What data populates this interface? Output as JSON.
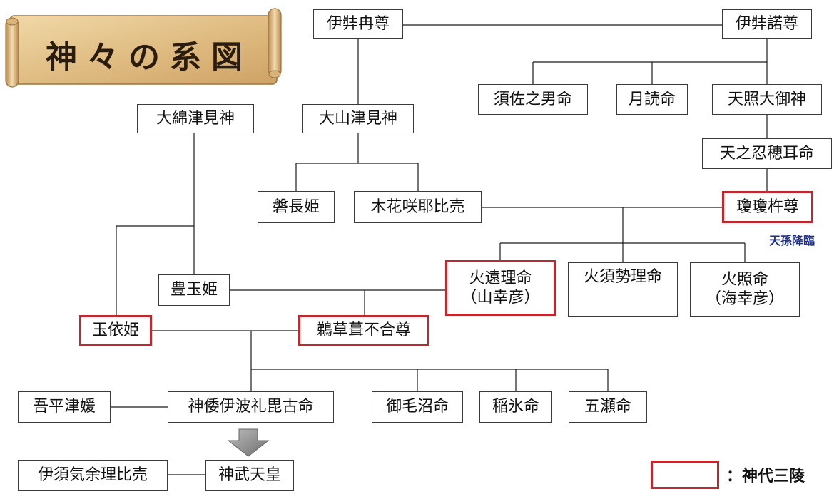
{
  "title": "神々の系図",
  "note": "天孫降臨",
  "legend": {
    "label": "：神代三陵"
  },
  "nodes": {
    "izanami": "伊弉冉尊",
    "izanagi": "伊弉諾尊",
    "susanoo": "須佐之男命",
    "tsukuyomi": "月読命",
    "amaterasu": "天照大御神",
    "oshihomimi": "天之忍穂耳命",
    "owatatsumi": "大綿津見神",
    "oyamatsumi": "大山津見神",
    "iwanaga": "磐長姫",
    "konohana": "木花咲耶比売",
    "ninigi": "瓊瓊杵尊",
    "hoori": "火遠理命",
    "hoori_alias": "（山幸彦）",
    "hosuseri": "火須勢理命",
    "hoderi": "火照命",
    "hoderi_alias": "（海幸彦）",
    "toyotama": "豊玉姫",
    "tamayori": "玉依姫",
    "ugaya": "鵜草葺不合尊",
    "ahira": "吾平津媛",
    "jimmu_name": "神倭伊波礼毘古命",
    "mikenu": "御毛沼命",
    "inahi": "稲氷命",
    "itsuse": "五瀬命",
    "isuke": "伊須気余理比売",
    "jimmu": "神武天皇"
  },
  "colors": {
    "sacred_tomb_border": "#c0282d",
    "note_text": "#1f2f8c",
    "scroll": "#e3c48d"
  }
}
